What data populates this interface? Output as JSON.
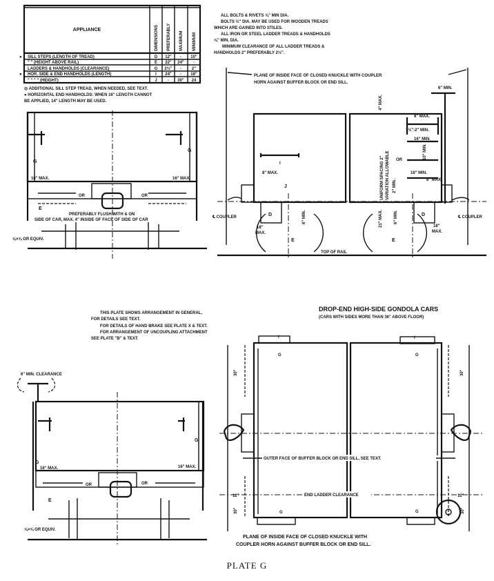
{
  "table": {
    "header": [
      "APPLIANCE",
      "DIMENSIONS",
      "PREFERABLY",
      "MAXIMUM",
      "MINIMUM"
    ],
    "rows": [
      {
        "mark": "●",
        "appliance": "SILL STEPS (LENGTH OF TREAD)",
        "dim": "D",
        "pref": "12\"",
        "max": "-",
        "min": "10\""
      },
      {
        "mark": "",
        "appliance": "\"     \"     (HEIGHT ABOVE RAIL)",
        "dim": "E",
        "pref": "22\"",
        "max": "24\"",
        "min": "-"
      },
      {
        "mark": "",
        "appliance": "LADDERS & HANDHOLDS (CLEARANCE)",
        "dim": "G",
        "pref": "2½\"",
        "max": "-",
        "min": "2\""
      },
      {
        "mark": "●",
        "appliance": "HOR. SIDE & END HANDHOLDS (LENGTH)",
        "dim": "I",
        "pref": "24\"",
        "max": "-",
        "min": "16\""
      },
      {
        "mark": "",
        "appliance": "\"     \"     \"     \"   (HEIGHT)",
        "dim": "J",
        "pref": "-",
        "max": "30\"",
        "min": "24"
      }
    ],
    "notes": [
      "◎ ADDITIONAL SILL STEP TREAD, WHEN NEEDED, SEE TEXT.",
      "● HORIZONTAL END HANDHOLDS: WHEN 16\" LENGTH CANNOT",
      "BE APPLIED, 14\" LENGTH MAY BE USED."
    ]
  },
  "general_notes": [
    "ALL BOLTS & RIVETS ⅝\" MIN DIA.",
    "BOLTS ½\" DIA. MAY BE USED FOR WOODEN TREADS",
    "WHICH ARE GAINED INTO STILES.",
    "ALL IRON OR STEEL LADDER TREADS & HANDHOLDS",
    "⅝\" MIN. DIA.",
    "MINIMUM CLEARANCE OF ALL LADDER TREADS &",
    "HANDHOLDS 2\" PREFERABLY 2½\"."
  ],
  "top_end_view": {
    "max16_left": "16\" MAX.",
    "max16_right": "16\" MAX.",
    "g_left": "G",
    "g_right": "G",
    "or_left": "OR",
    "or_right": "OR",
    "e_label": "E",
    "flush_note_1": "PREFERABLY FLUSH WITH & ON",
    "flush_note_2": "SIDE OF CAR, MAX. 4\" INSIDE OF FACE OF SIDE OF CAR",
    "coupler_note": "⅝×⅝ OR EQUIV."
  },
  "top_side_view": {
    "plane_1": "PLANE OF INSIDE FACE OF CLOSED KNUCKLE WITH COUPLER",
    "plane_2": "HORN AGAINST BUFFER BLOCK OR END SILL.",
    "min6_top": "6\" MIN.",
    "max4": "4\" MAX.",
    "max8_a": "8\" MAX.",
    "min_1_2": "1½\"-2\" MIN.",
    "min16_a": "16\" MIN.",
    "min10": "10\" MIN.",
    "or": "OR",
    "min16_b": "16\" MIN.",
    "max8_b": "8\" MAX.",
    "max8_c": "8\" MAX.",
    "i": "I",
    "j": "J",
    "spacing_1": "UNIFORM SPACING 2\"",
    "spacing_2": "VARIATION ALLOWABLE",
    "min2": "2\" MIN.",
    "max21": "21\" MAX.",
    "min6_a": "6\" MIN.",
    "min6_b": "6\" MIN.",
    "d_left": "D",
    "d_right": "D",
    "max18_left": "18\"",
    "max18_left_b": "MAX.",
    "max18_right": "18\"",
    "max18_right_b": "MAX.",
    "e_left": "E",
    "e_right": "E",
    "coupler_left": "℄ COUPLER",
    "coupler_right": "℄ COUPLER",
    "top_of_rail": "TOP OF RAIL"
  },
  "bottom_notes": [
    "THIS PLATE SHOWS ARRANGEMENT IN GENERAL,",
    "FOR DETAILS SEE TEXT.",
    "FOR DETAILS OF HAND BRAKE SEE PLATE X & TEXT.",
    "FOR ARRANGEMENT OF UNCOUPLING ATTACHMENT",
    "SEE PLATE \"B\" & TEXT."
  ],
  "bottom_end_view": {
    "clearance": "6\" MIN. CLEARANCE",
    "g": "G",
    "g_right": "G",
    "max16_left": "16\" MAX.",
    "max16_right": "16\" MAX.",
    "or_left": "OR",
    "or_right": "OR",
    "e": "E",
    "coupler_note": "⅝×⅝ OR EQUIV."
  },
  "plan_view": {
    "title": "DROP-END HIGH-SIDE GONDOLA CARS",
    "subtitle": "(CARS WITH SIDES MORE THAN 36\" ABOVE FLOOR)",
    "i_left": "I",
    "i_right": "I",
    "g_tl": "G",
    "g_tr": "G",
    "g_bl": "G",
    "g_br": "G",
    "dim30_tl": "30\"",
    "dim30_tr": "30\"",
    "dim30_bl": "30\"",
    "dim30_br": "30\"",
    "dim12_l": "12\"",
    "dim12_r": "12\"",
    "outer_face": "OUTER FACE OF BUFFER BLOCK OR END SILL, SEE TEXT.",
    "end_ladder": "END LADDER CLEARANCE",
    "plane_1": "PLANE OF INSIDE FACE OF CLOSED KNUCKLE WITH",
    "plane_2": "COUPLER HORN AGAINST BUFFER BLOCK OR END SILL."
  },
  "caption": "PLATE G"
}
